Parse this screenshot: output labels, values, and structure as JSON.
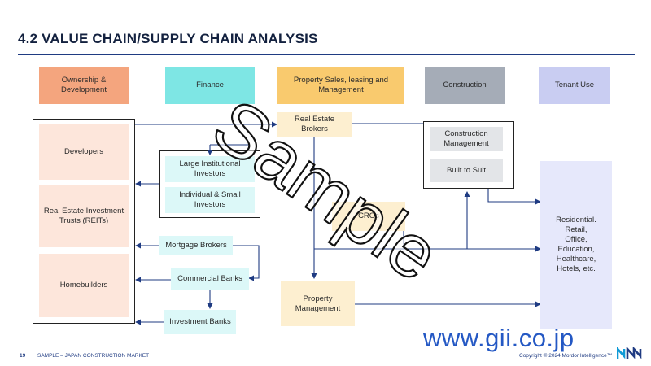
{
  "slide": {
    "title": "4.2 VALUE CHAIN/SUPPLY CHAIN ANALYSIS",
    "page_number": "19",
    "footer_left": "SAMPLE – JAPAN CONSTRUCTION MARKET",
    "footer_right": "Copyright © 2024 Mordor Intelligence™",
    "watermark": "Sample",
    "gii_url": "www.gii.co.jp"
  },
  "headers": {
    "ownership": "Ownership & Development",
    "finance": "Finance",
    "property": "Property Sales, leasing and Management",
    "construction": "Construction",
    "tenant": "Tenant Use"
  },
  "nodes": {
    "developers": "Developers",
    "reits": "Real Estate Investment Trusts (REITs)",
    "homebuilders": "Homebuilders",
    "large_investors": "Large Institutional Investors",
    "individual_investors": "Individual & Small Investors",
    "mortgage_brokers": "Mortgage Brokers",
    "commercial_banks": "Commercial Banks",
    "investment_banks": "Investment Banks",
    "real_estate_brokers": "Real Estate Brokers",
    "cros": "CROs",
    "property_management": "Property Management",
    "construction_management": "Construction Management",
    "built_to_suit": "Built to Suit",
    "tenant_uses": "Residential. Retail, Office, Education, Healthcare, Hotels, etc."
  },
  "colors": {
    "ownership": "#f4a57e",
    "finance": "#7ee6e4",
    "property": "#f9ca6e",
    "construction": "#a5acb7",
    "tenant": "#c9cdf2",
    "arrow": "#1f3b82"
  }
}
